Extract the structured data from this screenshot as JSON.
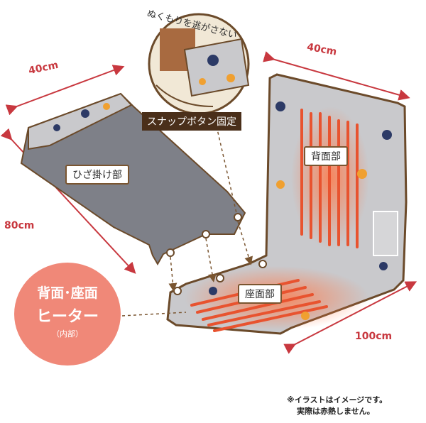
{
  "labels": {
    "warmth_caption": "ぬくもりを逃がさない",
    "snap_button": "スナップボタン固定",
    "lap_part": "ひざ掛け部",
    "back_part": "背面部",
    "seat_part": "座面部",
    "heater_line1": "背面･座面",
    "heater_line2": "ヒーター",
    "heater_line3": "（内部）"
  },
  "dimensions": {
    "lap_width": "40cm",
    "lap_length": "80cm",
    "back_width": "40cm",
    "total_length": "100cm"
  },
  "note": {
    "line1": "※イラストはイメージです。",
    "line2": "実際は赤熱しません。"
  },
  "colors": {
    "fabric": "#c9c9cc",
    "lining": "#7e8088",
    "border": "#6b4a2a",
    "heater": "#e8532f",
    "dim_arrow": "#c8383f",
    "heater_circle": "#f08878"
  }
}
